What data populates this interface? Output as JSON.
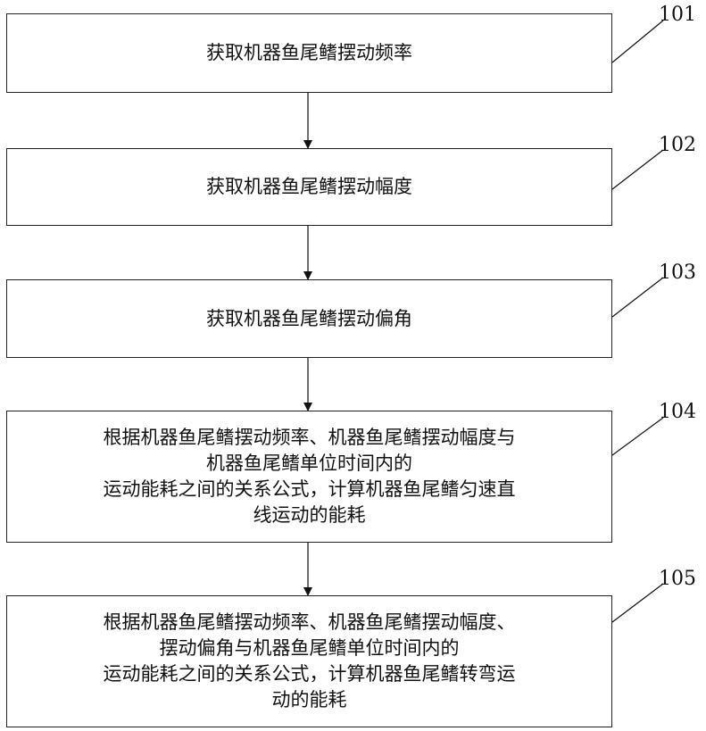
{
  "steps": [
    {
      "ref": "101",
      "lines": [
        "获取机器鱼尾鳍摆动频率"
      ]
    },
    {
      "ref": "102",
      "lines": [
        "获取机器鱼尾鳍摆动幅度"
      ]
    },
    {
      "ref": "103",
      "lines": [
        "获取机器鱼尾鳍摆动偏角"
      ]
    },
    {
      "ref": "104",
      "lines": [
        "根据机器鱼尾鳍摆动频率、机器鱼尾鳍摆动幅度与",
        "机器鱼尾鳍单位时间内的",
        "运动能耗之间的关系公式，计算机器鱼尾鳍匀速直",
        "线运动的能耗"
      ]
    },
    {
      "ref": "105",
      "lines": [
        "根据机器鱼尾鳍摆动频率、机器鱼尾鳍摆动幅度、",
        "摆动偏角与机器鱼尾鳍单位时间内的",
        "运动能耗之间的关系公式，计算机器鱼尾鳍转弯运",
        "动的能耗"
      ]
    }
  ]
}
